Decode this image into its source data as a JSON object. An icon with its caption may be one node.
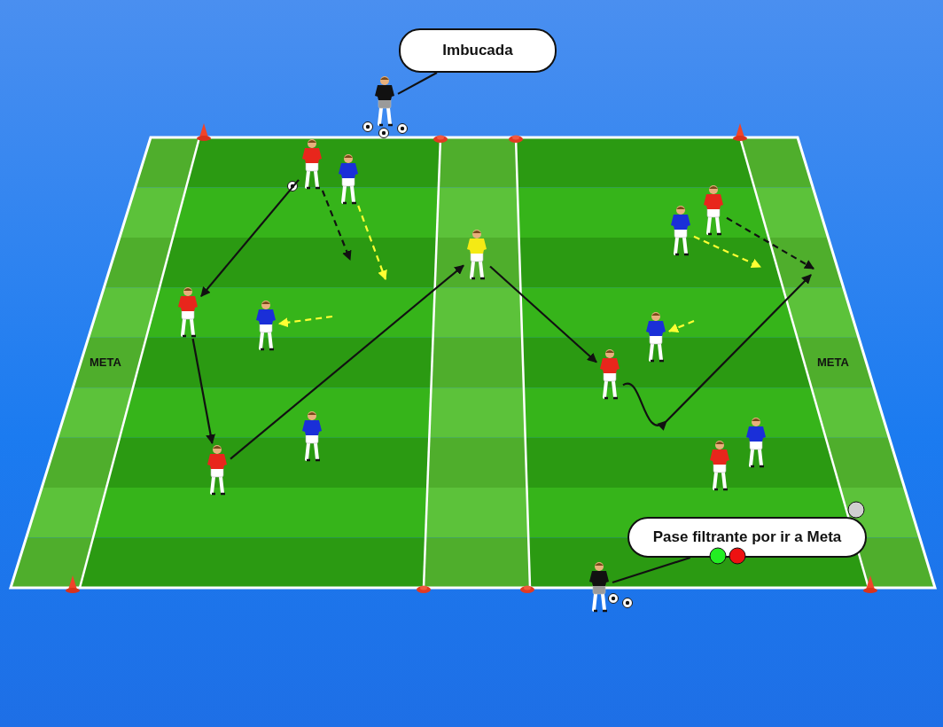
{
  "diagram": {
    "nodes": [
      {
        "text": [
          "Imbucada"
        ]
      },
      {
        "text": [],
        "shape": "person"
      },
      {
        "text": [],
        "shape": "person"
      },
      {
        "text": [],
        "shape": "person"
      },
      {
        "text": [],
        "shape": "person"
      },
      {
        "text": [],
        "shape": "person"
      },
      {
        "text": [],
        "shape": "person"
      },
      {
        "text": [],
        "shape": "person"
      },
      {
        "text": [],
        "shape": "person"
      },
      {
        "text": [],
        "shape": "person"
      },
      {
        "text": [],
        "shape": "person"
      },
      {
        "text": [],
        "shape": "person"
      },
      {
        "text": [
          "Pase filtrante por ir a Meta"
        ]
      },
      {
        "text": [],
        "shape": "person"
      }
    ],
    "edges": [
      {
        "from": 2,
        "to": 7,
        "arrow": "to"
      },
      {
        "from": 7,
        "to": 11,
        "arrow": "to"
      },
      {
        "from": 11,
        "to": 4,
        "arrow": "to"
      },
      {
        "from": 4,
        "to": 10,
        "arrow": "to"
      },
      {
        "from": 10,
        "to": null,
        "arrow": "to"
      },
      {
        "from": 2,
        "to": null,
        "arrow": "to",
        "style": "dashed"
      },
      {
        "from": 3,
        "to": null,
        "arrow": "to",
        "style": "dashed",
        "color": "#ffff33"
      },
      {
        "from": null,
        "to": 8,
        "arrow": "to",
        "style": "dashed",
        "color": "#ffff33"
      },
      {
        "from": 5,
        "to": null,
        "arrow": "to",
        "style": "dashed"
      },
      {
        "from": 6,
        "to": null,
        "arrow": "to",
        "style": "dashed",
        "color": "#ffff33"
      },
      {
        "from": null,
        "to": 9,
        "arrow": "to",
        "style": "dashed",
        "color": "#ffff33"
      },
      {
        "from": 0,
        "to": 1,
        "arrow": "none"
      },
      {
        "from": 12,
        "to": 13,
        "arrow": "none"
      }
    ],
    "labels": [
      "META",
      "META"
    ]
  }
}
